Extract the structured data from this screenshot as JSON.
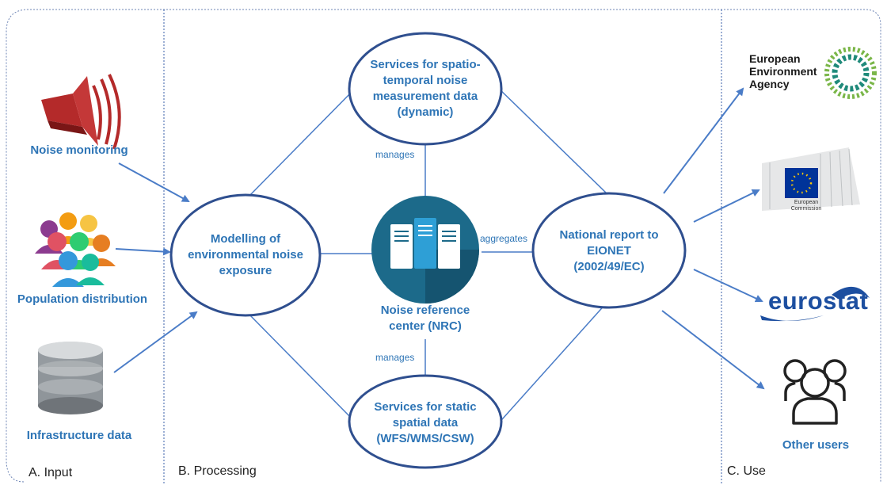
{
  "sections": {
    "input": "A. Input",
    "processing": "B. Processing",
    "use": "C. Use"
  },
  "inputs": {
    "noise_monitoring": "Noise monitoring",
    "population": "Population distribution",
    "infrastructure": "Infrastructure data"
  },
  "nodes": {
    "modelling": "Modelling of\nenvironmental noise\nexposure",
    "dynamic": "Services for spatio-\ntemporal noise\nmeasurement data\n(dynamic)",
    "static": "Services for static\nspatial data\n(WFS/WMS/CSW)",
    "national": "National report to\nEIONET\n(2002/49/EC)",
    "nrc": "Noise reference\ncenter (NRC)"
  },
  "edge_labels": {
    "manages_top": "manages",
    "manages_bottom": "manages",
    "aggregates": "aggregates"
  },
  "outputs": {
    "eea_logo_text": "European\nEnvironment\nAgency",
    "ec_logo_text": "European\nCommission",
    "eurostat_logo_text": "eurostat",
    "other_users": "Other users"
  },
  "colors": {
    "primary": "#2e75b6",
    "node_border": "#2f4f8f",
    "arrow": "#4a7cc7",
    "divider": "#3a5fa8",
    "eea_teal": "#1f8a7a",
    "eea_green": "#7ab648",
    "ec_blue": "#003399",
    "ec_star": "#ffcc00",
    "speaker_red": "#b42a2a",
    "nrc_circle": "#1c6a8a",
    "nrc_server": "#2e9fd6"
  }
}
